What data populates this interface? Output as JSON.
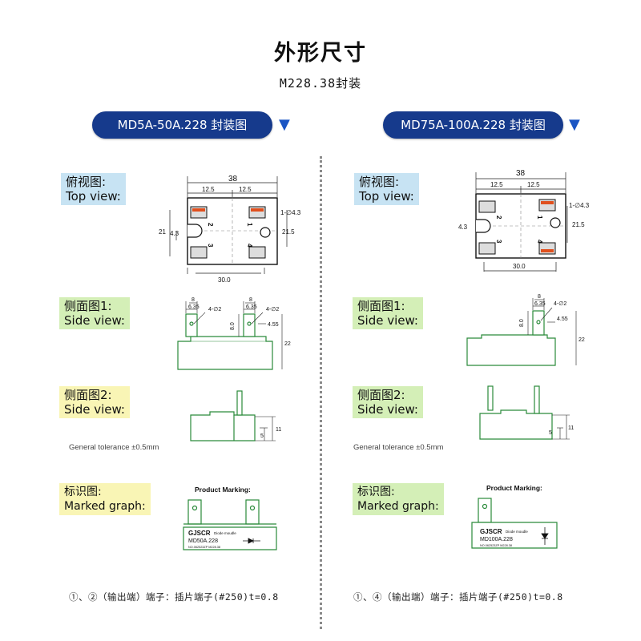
{
  "header": {
    "title": "外形尺寸",
    "subtitle": "M228.38封装"
  },
  "left": {
    "banner": "MD5A-50A.228 封装图",
    "top_view": {
      "cn": "俯视图:",
      "en": "Top view:"
    },
    "side1": {
      "cn": "侧面图1:",
      "en": "Side view:"
    },
    "side2": {
      "cn": "侧面图2:",
      "en": "Side view:"
    },
    "marking_label": {
      "cn": "标识图:",
      "en": "Marked graph:"
    },
    "tolerance": "General tolerance ±0.5mm",
    "product_marking": "Product Marking:",
    "brand": "GJSCR",
    "brand_sub": "Diode moudle",
    "model": "MD50A.228",
    "serial": "NO.062523ZP M228.38",
    "footer": "①、②（输出端）端子：插片端子(#250)t=0.8"
  },
  "right": {
    "banner": "MD75A-100A.228 封装图",
    "top_view": {
      "cn": "俯视图:",
      "en": "Top view:"
    },
    "side1": {
      "cn": "侧面图1:",
      "en": "Side view:"
    },
    "side2": {
      "cn": "侧面图2:",
      "en": "Side view:"
    },
    "marking_label": {
      "cn": "标识图:",
      "en": "Marked graph:"
    },
    "tolerance": "General tolerance ±0.5mm",
    "product_marking": "Product Marking:",
    "brand": "GJSCR",
    "brand_sub": "Diode moudle",
    "model": "MD100A.228",
    "serial": "NO.062523ZP M228.38",
    "footer": "①、④（输出端）端子：插片端子(#250)t=0.8"
  },
  "dims": {
    "width": "38",
    "half": "12.5",
    "hole_spacing": "30.0",
    "height": "21",
    "height_r": "21.5",
    "slot": "4.3",
    "hole": "1-∅4.3",
    "pin_pitch": "8",
    "pin_w": "6.35",
    "pin_hole": "4-∅2",
    "pin_len": "8.0",
    "pin_off": "4.55",
    "total_h": "22",
    "body_h": "11",
    "base_h": "5",
    "pin1": "1",
    "pin2": "2",
    "pin3": "3",
    "pin4": "4"
  },
  "colors": {
    "banner_bg": "#163a8c",
    "arrow": "#1a55c4",
    "body_green": "#2a8a3a",
    "pad_orange": "#e0501e",
    "tag_blue": "#c7e3f3",
    "tag_green": "#d4efb7",
    "tag_yellow": "#f9f5b5"
  }
}
